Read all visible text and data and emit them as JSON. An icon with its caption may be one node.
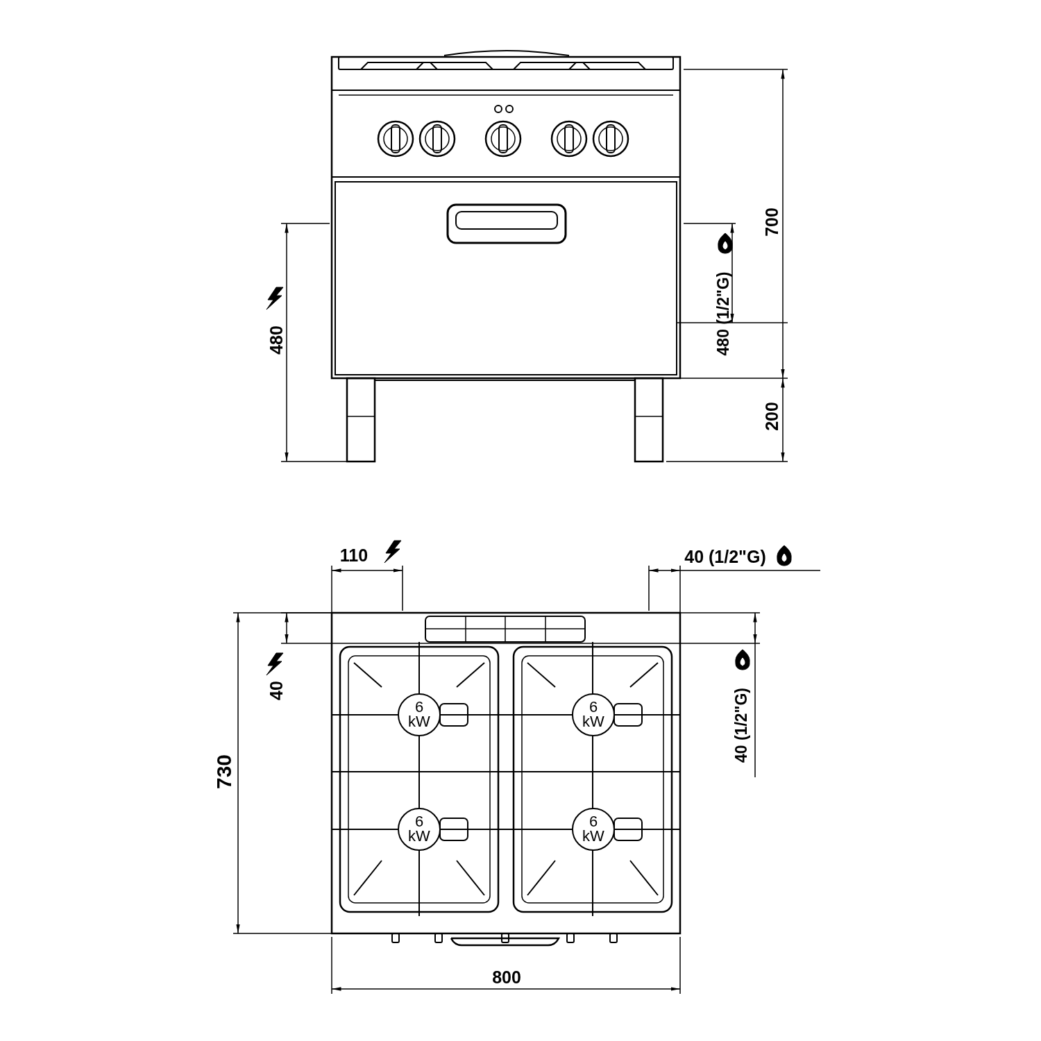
{
  "diagram": {
    "nodes": [
      {
        "text": [
          "6 kW"
        ]
      },
      {
        "text": [
          "6 kW"
        ]
      },
      {
        "text": [
          "6 kW"
        ]
      },
      {
        "text": [
          "6 kW"
        ]
      }
    ],
    "labels": [
      "700",
      "480",
      "480 (1/2\"G)",
      "200",
      "110",
      "40 (1/2\"G)",
      "40",
      "40 (1/2\"G)",
      "730",
      "800"
    ]
  }
}
